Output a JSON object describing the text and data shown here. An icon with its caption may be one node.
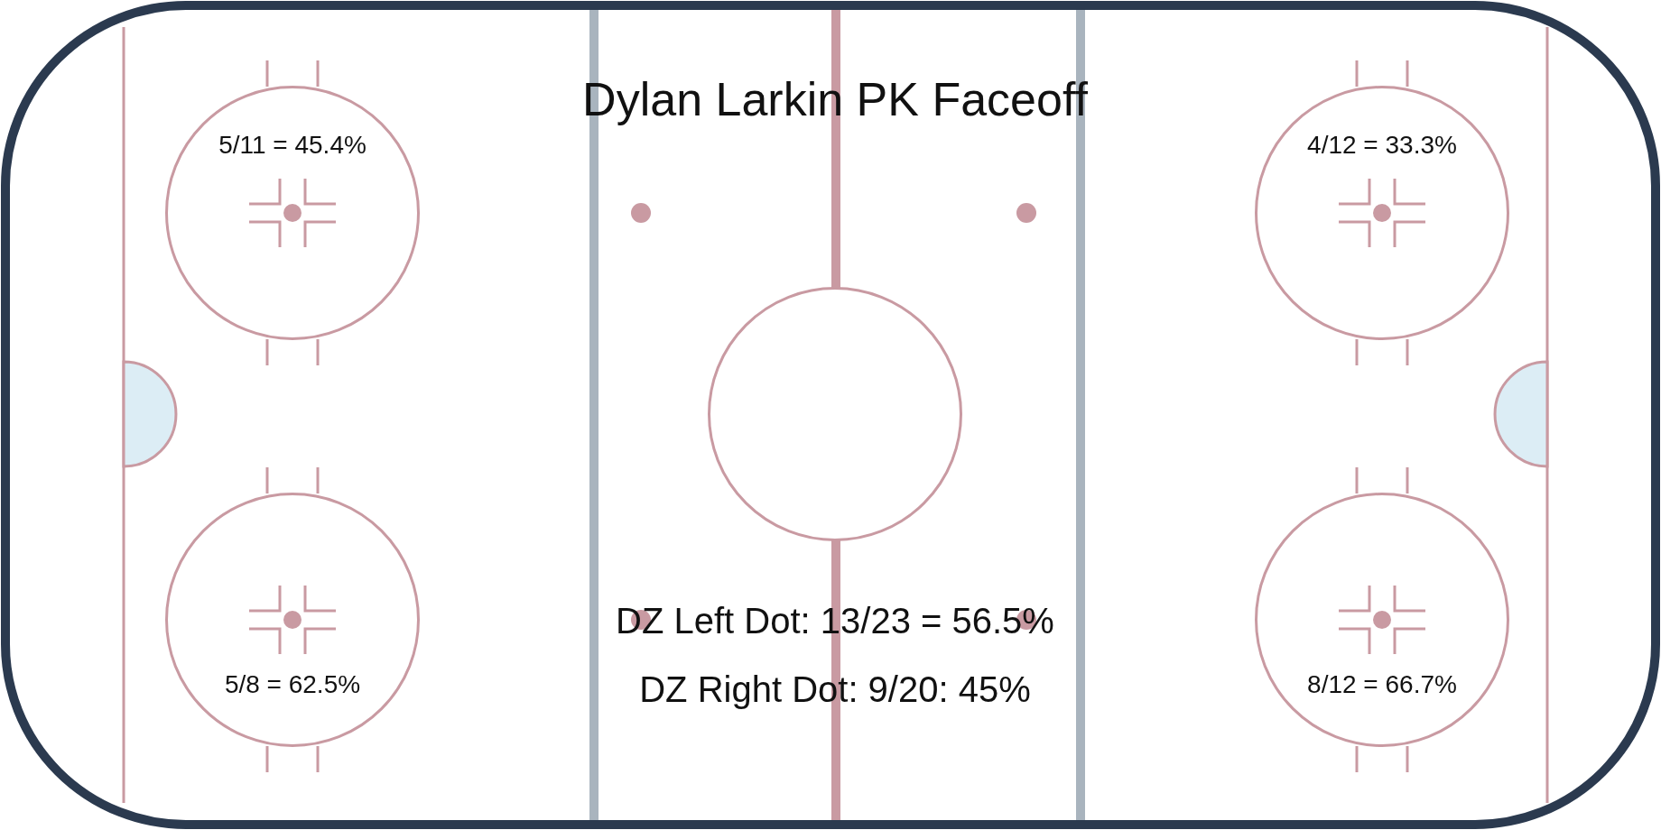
{
  "diagram": {
    "title": "Dylan Larkin PK Faceoff",
    "nodes": [
      {
        "text": [
          "5/11 = 45.4%"
        ]
      },
      {
        "text": [
          "4/12 = 33.3%"
        ]
      },
      {
        "text": [],
        "shape": "circle"
      },
      {
        "text": [
          "5/8 = 62.5%"
        ]
      },
      {
        "text": [
          "8/12 = 66.7%"
        ]
      }
    ],
    "labels": [
      "DZ Left Dot: 13/23 = 56.5%",
      "DZ Right Dot: 9/20: 45%"
    ]
  }
}
